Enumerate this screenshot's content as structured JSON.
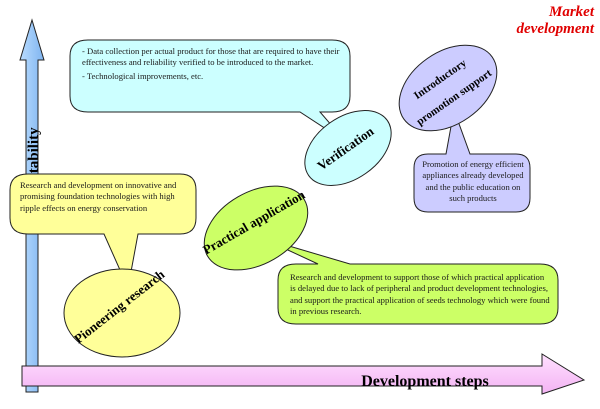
{
  "axes": {
    "y_label": "Marketability",
    "x_label": "Development steps"
  },
  "corner_label": {
    "line1": "Market",
    "line2": "development"
  },
  "stages": [
    {
      "label": "Pioneering research",
      "color": "#ffff99"
    },
    {
      "label": "Practical application",
      "color": "#ccff66"
    },
    {
      "label": "Verification",
      "color": "#ccffff"
    },
    {
      "label_line1": "Introductory",
      "label_line2": "promotion support",
      "color": "#ccccff"
    }
  ],
  "callouts": {
    "pioneering": {
      "text": "Research and development on innovative and promising foundation technologies with high ripple effects on energy conservation"
    },
    "verification": {
      "items": [
        "- Data collection per actual product for those that are required to have their effectiveness and reliability verified to be introduced to the market.",
        "- Technological improvements, etc."
      ]
    },
    "practical": {
      "text": "Research and development to support those of which practical application is delayed due to lack of peripheral and product development technologies, and support the practical application of seeds technology which were found in previous research."
    },
    "promotion": {
      "text": "Promotion of energy efficient appliances already developed and the public education on such products"
    }
  },
  "colors": {
    "axis_y_fill": "#99ccff",
    "axis_x_fill": "#ffccff",
    "market_text": "#e00000",
    "outline": "#222222"
  }
}
